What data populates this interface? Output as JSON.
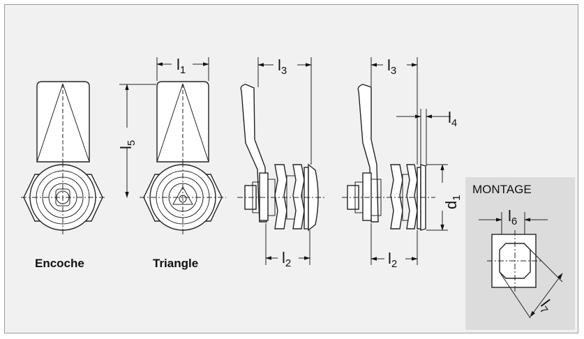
{
  "captions": {
    "slot": "Encoche",
    "triangle": "Triangle",
    "mounting": "MONTAGE"
  },
  "dims": {
    "l1": {
      "base": "l",
      "sub": "1"
    },
    "l2": {
      "base": "l",
      "sub": "2"
    },
    "l3": {
      "base": "l",
      "sub": "3"
    },
    "l4": {
      "base": "l",
      "sub": "4"
    },
    "l5": {
      "base": "l",
      "sub": "5"
    },
    "l6": {
      "base": "l",
      "sub": "6"
    },
    "l7": {
      "base": "l",
      "sub": "7"
    },
    "d1": {
      "base": "d",
      "sub": "1"
    }
  },
  "colors": {
    "background": "#f1f1f1",
    "mount_panel": "#dcdcdc",
    "part_fill": "#ffffff",
    "line": "#222222"
  }
}
